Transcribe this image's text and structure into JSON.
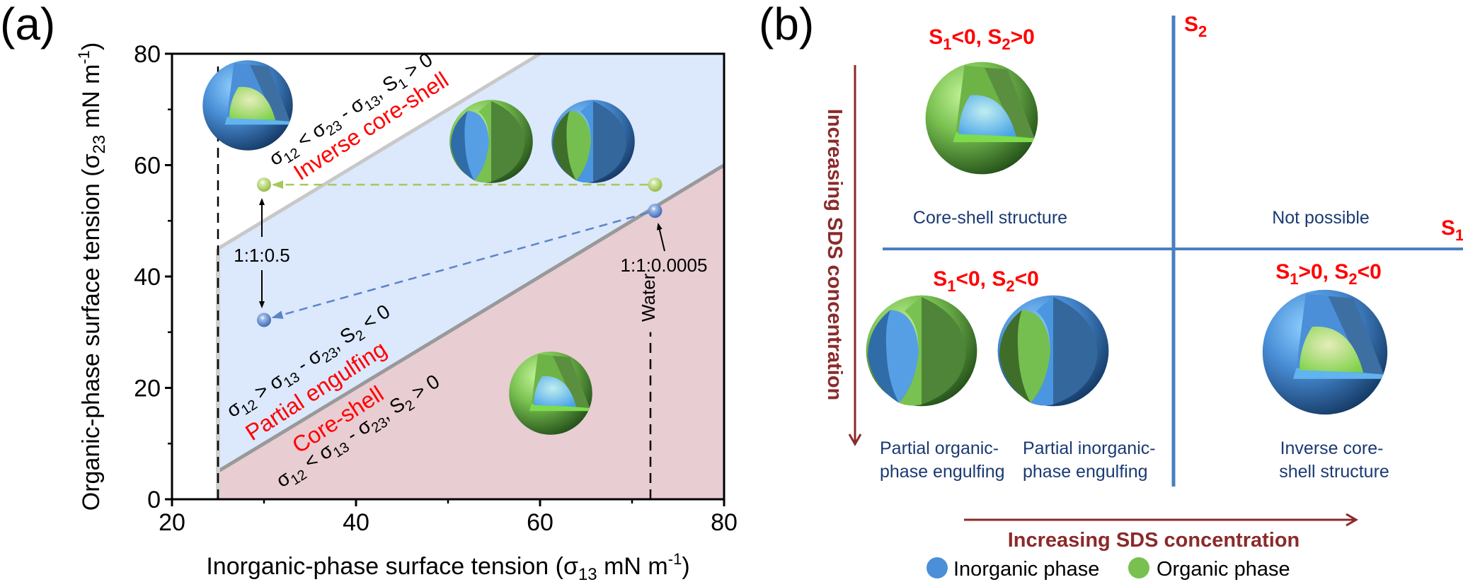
{
  "panel_a": {
    "label": "(a)",
    "chart_data": {
      "type": "area",
      "title": "",
      "xlabel": "Inorganic-phase surface tension (σ13 mN m-1)",
      "xlabel_parts": {
        "main": "Inorganic-phase surface tension (σ",
        "sub": "13",
        "unit": " mN m",
        "sup": "-1",
        "close": ")"
      },
      "ylabel": "Organic-phase surface tension (σ23 mN m-1)",
      "ylabel_parts": {
        "main": "Organic-phase surface tension (σ",
        "sub": "23",
        "unit": " mN m",
        "sup": "-1",
        "close": ")"
      },
      "xlim": [
        20,
        80
      ],
      "ylim": [
        0,
        80
      ],
      "xticks": [
        20,
        40,
        60,
        80
      ],
      "xtick_labels": [
        "20",
        "40",
        "60",
        "80"
      ],
      "xminor": [
        30,
        50,
        70
      ],
      "yticks": [
        0,
        20,
        40,
        60,
        80
      ],
      "ytick_labels": [
        "0",
        "20",
        "40",
        "60",
        "80"
      ],
      "yminor": [
        10,
        30,
        50,
        70
      ],
      "grid": false,
      "vertical_lines": [
        {
          "name": "min-surface-tension-line",
          "x": 25,
          "style": "dashed"
        },
        {
          "name": "water-line",
          "x": 72,
          "style": "dashed",
          "label": "Water",
          "y_range": [
            0,
            30
          ]
        }
      ],
      "boundaries": [
        {
          "name": "inverse-core-shell-boundary",
          "equation": "σ23 = σ13 + 20",
          "points": [
            [
              25,
              45
            ],
            [
              60,
              80
            ]
          ],
          "color": "#c8c8c8"
        },
        {
          "name": "core-shell-boundary",
          "equation": "σ23 = σ13 - 20",
          "points": [
            [
              25,
              5
            ],
            [
              80,
              60
            ]
          ],
          "color": "#999999"
        }
      ],
      "regions": [
        {
          "name": "Inverse core-shell",
          "condition": "σ12 < σ23 - σ13, S1 > 0",
          "color": "#ffffff"
        },
        {
          "name": "Partial engulfing",
          "condition": "σ12 > σ13 - σ23, S2 < 0",
          "color": "#dce8fb"
        },
        {
          "name": "Core-shell",
          "condition": "σ12 < σ13 - σ23, S2 > 0",
          "color": "#e8cdd3"
        }
      ],
      "series": [
        {
          "name": "organic-phase points",
          "color": "#a6c95a",
          "points": [
            {
              "x": 72.5,
              "y": 56.5
            },
            {
              "x": 30,
              "y": 56.5
            }
          ],
          "connector": "dashed-arrow"
        },
        {
          "name": "inorganic-phase points",
          "color": "#5a86c8",
          "points": [
            {
              "x": 72.5,
              "y": 51.8
            },
            {
              "x": 30,
              "y": 32.2
            }
          ],
          "connector": "dashed-arrow"
        }
      ],
      "annotations": [
        {
          "text": "1:1:0.5",
          "x": 30,
          "y": 44
        },
        {
          "text": "1:1:0.0005",
          "x": 73,
          "y": 40
        }
      ]
    },
    "region_labels": {
      "inverse": "Inverse core-shell",
      "partial": "Partial engulfing",
      "core": "Core-shell"
    },
    "conditions": {
      "inverse": {
        "a": "σ",
        "s1": "12",
        "b": " < σ",
        "s2": "23",
        "c": " - σ",
        "s3": "13",
        "d": ", S",
        "s4": "1",
        "e": " > 0"
      },
      "partial": {
        "a": "σ",
        "s1": "12",
        "b": " > σ",
        "s2": "13",
        "c": " - σ",
        "s3": "23",
        "d": ", S",
        "s4": "2",
        "e": " < 0"
      },
      "core": {
        "a": "σ",
        "s1": "12",
        "b": " < σ",
        "s2": "13",
        "c": " - σ",
        "s3": "23",
        "d": ", S",
        "s4": "2",
        "e": " > 0"
      }
    },
    "water_label": "Water",
    "ratio_high": "1:1:0.5",
    "ratio_low": "1:1:0.0005"
  },
  "panel_b": {
    "label": "(b)",
    "axes": {
      "s1": {
        "main": "S",
        "sub": "1"
      },
      "s2": {
        "main": "S",
        "sub": "2"
      }
    },
    "quadrants": {
      "top_left": {
        "condition": {
          "a": "S",
          "s1": "1",
          "b": "<0, S",
          "s2": "2",
          "c": ">0"
        },
        "description": [
          "Core-shell structure"
        ]
      },
      "top_right": {
        "description": [
          "Not possible"
        ]
      },
      "bottom_left": {
        "condition": {
          "a": "S",
          "s1": "1",
          "b": "<0, S",
          "s2": "2",
          "c": "<0"
        },
        "descriptions": [
          [
            "Partial organic-",
            "phase engulfing"
          ],
          [
            "Partial inorganic-",
            "phase engulfing"
          ]
        ]
      },
      "bottom_right": {
        "condition": {
          "a": "S",
          "s1": "1",
          "b": ">0, S",
          "s2": "2",
          "c": "<0"
        },
        "description": [
          "Inverse core-",
          "shell structure"
        ]
      }
    },
    "vertical_arrow_label": "Increasing SDS concentration",
    "horizontal_arrow_label": "Increasing SDS concentration",
    "legend": [
      {
        "label": "Inorganic phase",
        "color": "#4a8fd8"
      },
      {
        "label": "Organic phase",
        "color": "#78c050"
      }
    ]
  },
  "colors": {
    "inorganic": "#4a8fd8",
    "inorganic_dark": "#2c5d93",
    "organic": "#78c050",
    "organic_dark": "#4a8236",
    "axis_blue": "#4a7fc0",
    "arrow_red": "#8b2a2a",
    "condition_red": "#ff0000",
    "desc_blue": "#1a3a73",
    "partial_region": "#dce8fb",
    "core_region": "#e8cdd3"
  }
}
